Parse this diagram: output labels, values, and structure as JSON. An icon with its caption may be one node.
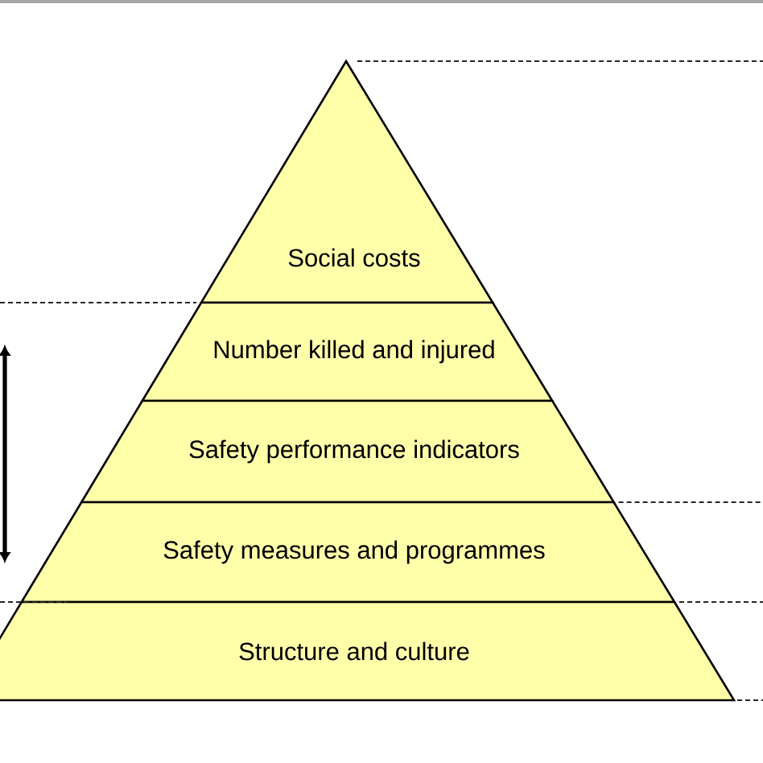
{
  "diagram": {
    "nodes": [
      {
        "text": [
          "Social costs"
        ]
      },
      {
        "text": [
          "Number killed and injured"
        ]
      },
      {
        "text": [
          "Safety performance indicators"
        ]
      },
      {
        "text": [
          "Safety measures and programmes"
        ]
      },
      {
        "text": [
          "Structure and culture"
        ]
      }
    ]
  }
}
